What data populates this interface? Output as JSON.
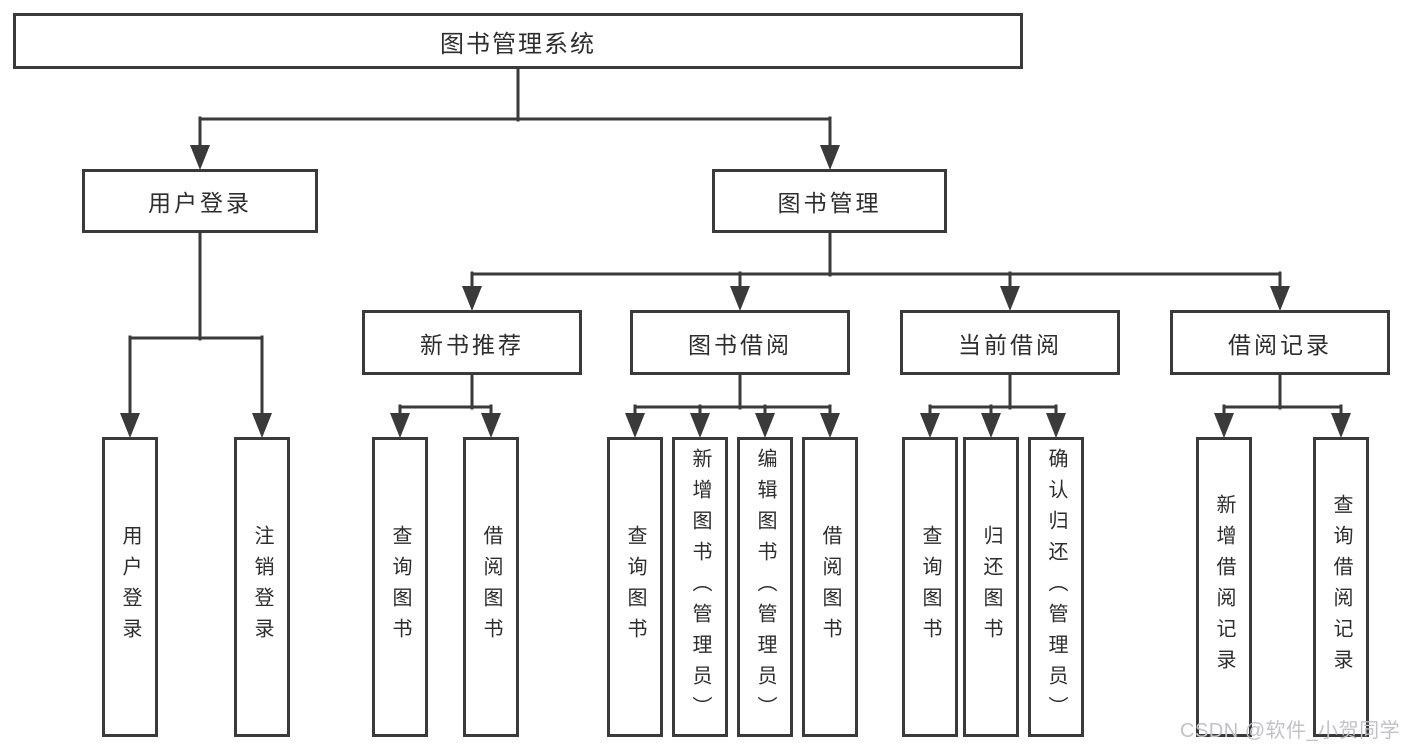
{
  "diagram": {
    "title": "图书管理系统",
    "root": {
      "label": "图书管理系统"
    },
    "user_branch": {
      "label": "用户登录",
      "children": [
        {
          "label": "用户登录"
        },
        {
          "label": "注销登录"
        }
      ]
    },
    "book_branch": {
      "label": "图书管理",
      "groups": [
        {
          "label": "新书推荐",
          "children": [
            {
              "label": "查询图书"
            },
            {
              "label": "借阅图书"
            }
          ]
        },
        {
          "label": "图书借阅",
          "children": [
            {
              "label": "查询图书"
            },
            {
              "label": "新增图书（管理员）"
            },
            {
              "label": "编辑图书（管理员）"
            },
            {
              "label": "借阅图书"
            }
          ]
        },
        {
          "label": "当前借阅",
          "children": [
            {
              "label": "查询图书"
            },
            {
              "label": "归还图书"
            },
            {
              "label": "确认归还（管理员）"
            }
          ]
        },
        {
          "label": "借阅记录",
          "children": [
            {
              "label": "新增借阅记录"
            },
            {
              "label": "查询借阅记录"
            }
          ]
        }
      ]
    }
  },
  "watermark": {
    "text": "CSDN @软件_小贺同学"
  },
  "colors": {
    "line": "#3a3a3a",
    "box_border": "#3a3a3a",
    "box_bg": "#ffffff",
    "text": "#2d2d2d",
    "watermark": "#c2c2c7"
  }
}
